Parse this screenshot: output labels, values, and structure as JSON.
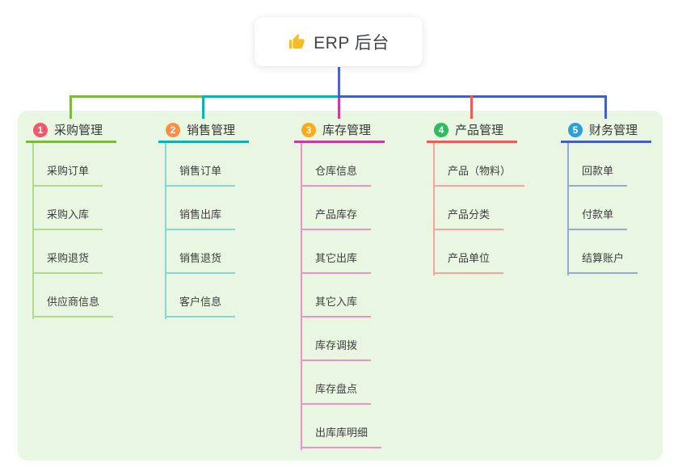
{
  "root": {
    "label": "ERP 后台",
    "icon": "thumbs-up-icon",
    "icon_color": "#f6bb29"
  },
  "canvas": {
    "background": "#ffffff",
    "panel_background": "#e8f6e2"
  },
  "connector": {
    "trunk_color": "#4f63cb"
  },
  "branches": [
    {
      "badge": "1",
      "label": "采购管理",
      "badge_color": "#f4566e",
      "line_color": "#7cb93f",
      "child_line_color": "#b3d98b",
      "children": [
        "采购订单",
        "采购入库",
        "采购退货",
        "供应商信息"
      ]
    },
    {
      "badge": "2",
      "label": "销售管理",
      "badge_color": "#f98f45",
      "line_color": "#10b3ab",
      "child_line_color": "#87d7d3",
      "children": [
        "销售订单",
        "销售出库",
        "销售退货",
        "客户信息"
      ]
    },
    {
      "badge": "3",
      "label": "库存管理",
      "badge_color": "#f9ab19",
      "line_color": "#cc3a9d",
      "child_line_color": "#ef93c6",
      "children": [
        "仓库信息",
        "产品库存",
        "其它出库",
        "其它入库",
        "库存调拨",
        "库存盘点",
        "出库库明细"
      ]
    },
    {
      "badge": "4",
      "label": "产品管理",
      "badge_color": "#2ebc5f",
      "line_color": "#f15b56",
      "child_line_color": "#f8a39f",
      "children": [
        "产品（物料）",
        "产品分类",
        "产品单位"
      ]
    },
    {
      "badge": "5",
      "label": "财务管理",
      "badge_color": "#29a0dc",
      "line_color": "#415fc7",
      "child_line_color": "#96a7da",
      "children": [
        "回款单",
        "付款单",
        "结算账户"
      ]
    }
  ]
}
